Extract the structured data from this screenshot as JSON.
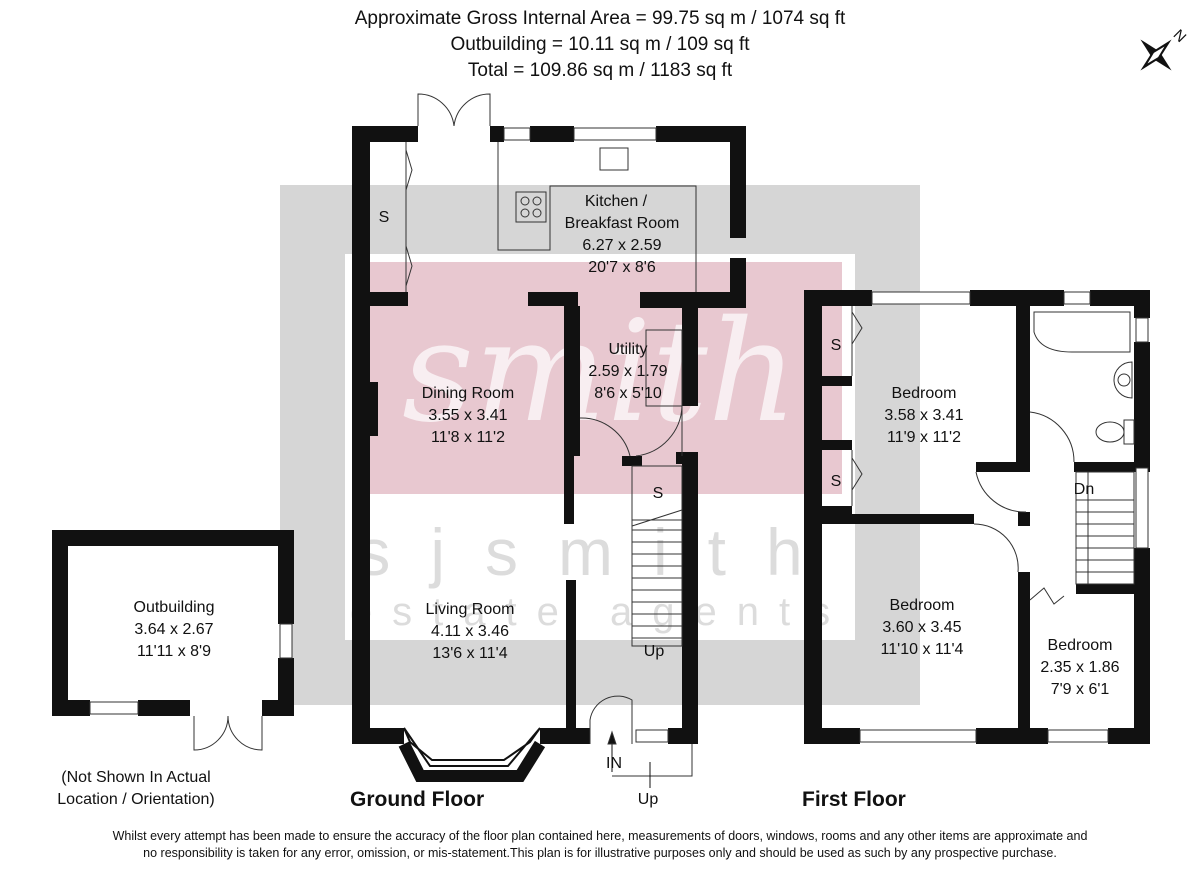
{
  "header": {
    "gross_area": "Approximate Gross Internal Area = 99.75 sq m / 1074 sq ft",
    "outbuilding_area": "Outbuilding = 10.11 sq m / 109 sq ft",
    "total_area": "Total = 109.86 sq m / 1183 sq ft"
  },
  "compass": {
    "north_label": "N"
  },
  "watermark": {
    "brand": "sjsmith",
    "sub": "estate agents",
    "logo_color": "#e8c8d0",
    "band_color": "#d6d6d6"
  },
  "ground_floor": {
    "title": "Ground Floor",
    "kitchen": {
      "name_l1": "Kitchen /",
      "name_l2": "Breakfast Room",
      "metric": "6.27 x 2.59",
      "imperial": "20'7 x 8'6"
    },
    "utility": {
      "name": "Utility",
      "metric": "2.59 x 1.79",
      "imperial": "8'6 x 5'10"
    },
    "dining": {
      "name": "Dining Room",
      "metric": "3.55 x 3.41",
      "imperial": "11'8 x 11'2"
    },
    "living": {
      "name": "Living Room",
      "metric": "4.11 x 3.46",
      "imperial": "13'6 x 11'4"
    },
    "storage_1": "S",
    "storage_2": "S",
    "stairs_up": "Up",
    "entrance": "IN",
    "step_up": "Up"
  },
  "outbuilding": {
    "name": "Outbuilding",
    "metric": "3.64 x 2.67",
    "imperial": "11'11 x 8'9",
    "note_l1": "(Not Shown In Actual",
    "note_l2": "Location / Orientation)"
  },
  "first_floor": {
    "title": "First Floor",
    "bedroom_1": {
      "name": "Bedroom",
      "metric": "3.58 x 3.41",
      "imperial": "11'9 x 11'2"
    },
    "bedroom_2": {
      "name": "Bedroom",
      "metric": "3.60 x 3.45",
      "imperial": "11'10 x 11'4"
    },
    "bedroom_3": {
      "name": "Bedroom",
      "metric": "2.35 x 1.86",
      "imperial": "7'9 x 6'1"
    },
    "storage_1": "S",
    "storage_2": "S",
    "stairs_down": "Dn"
  },
  "disclaimer": {
    "line1": "Whilst every attempt has been made to ensure the accuracy of the floor plan contained here, measurements of doors, windows, rooms and any other items are approximate and",
    "line2": "no responsibility is taken for any error, omission, or mis-statement.This plan is for illustrative purposes only and should be used as such by any prospective purchase."
  }
}
